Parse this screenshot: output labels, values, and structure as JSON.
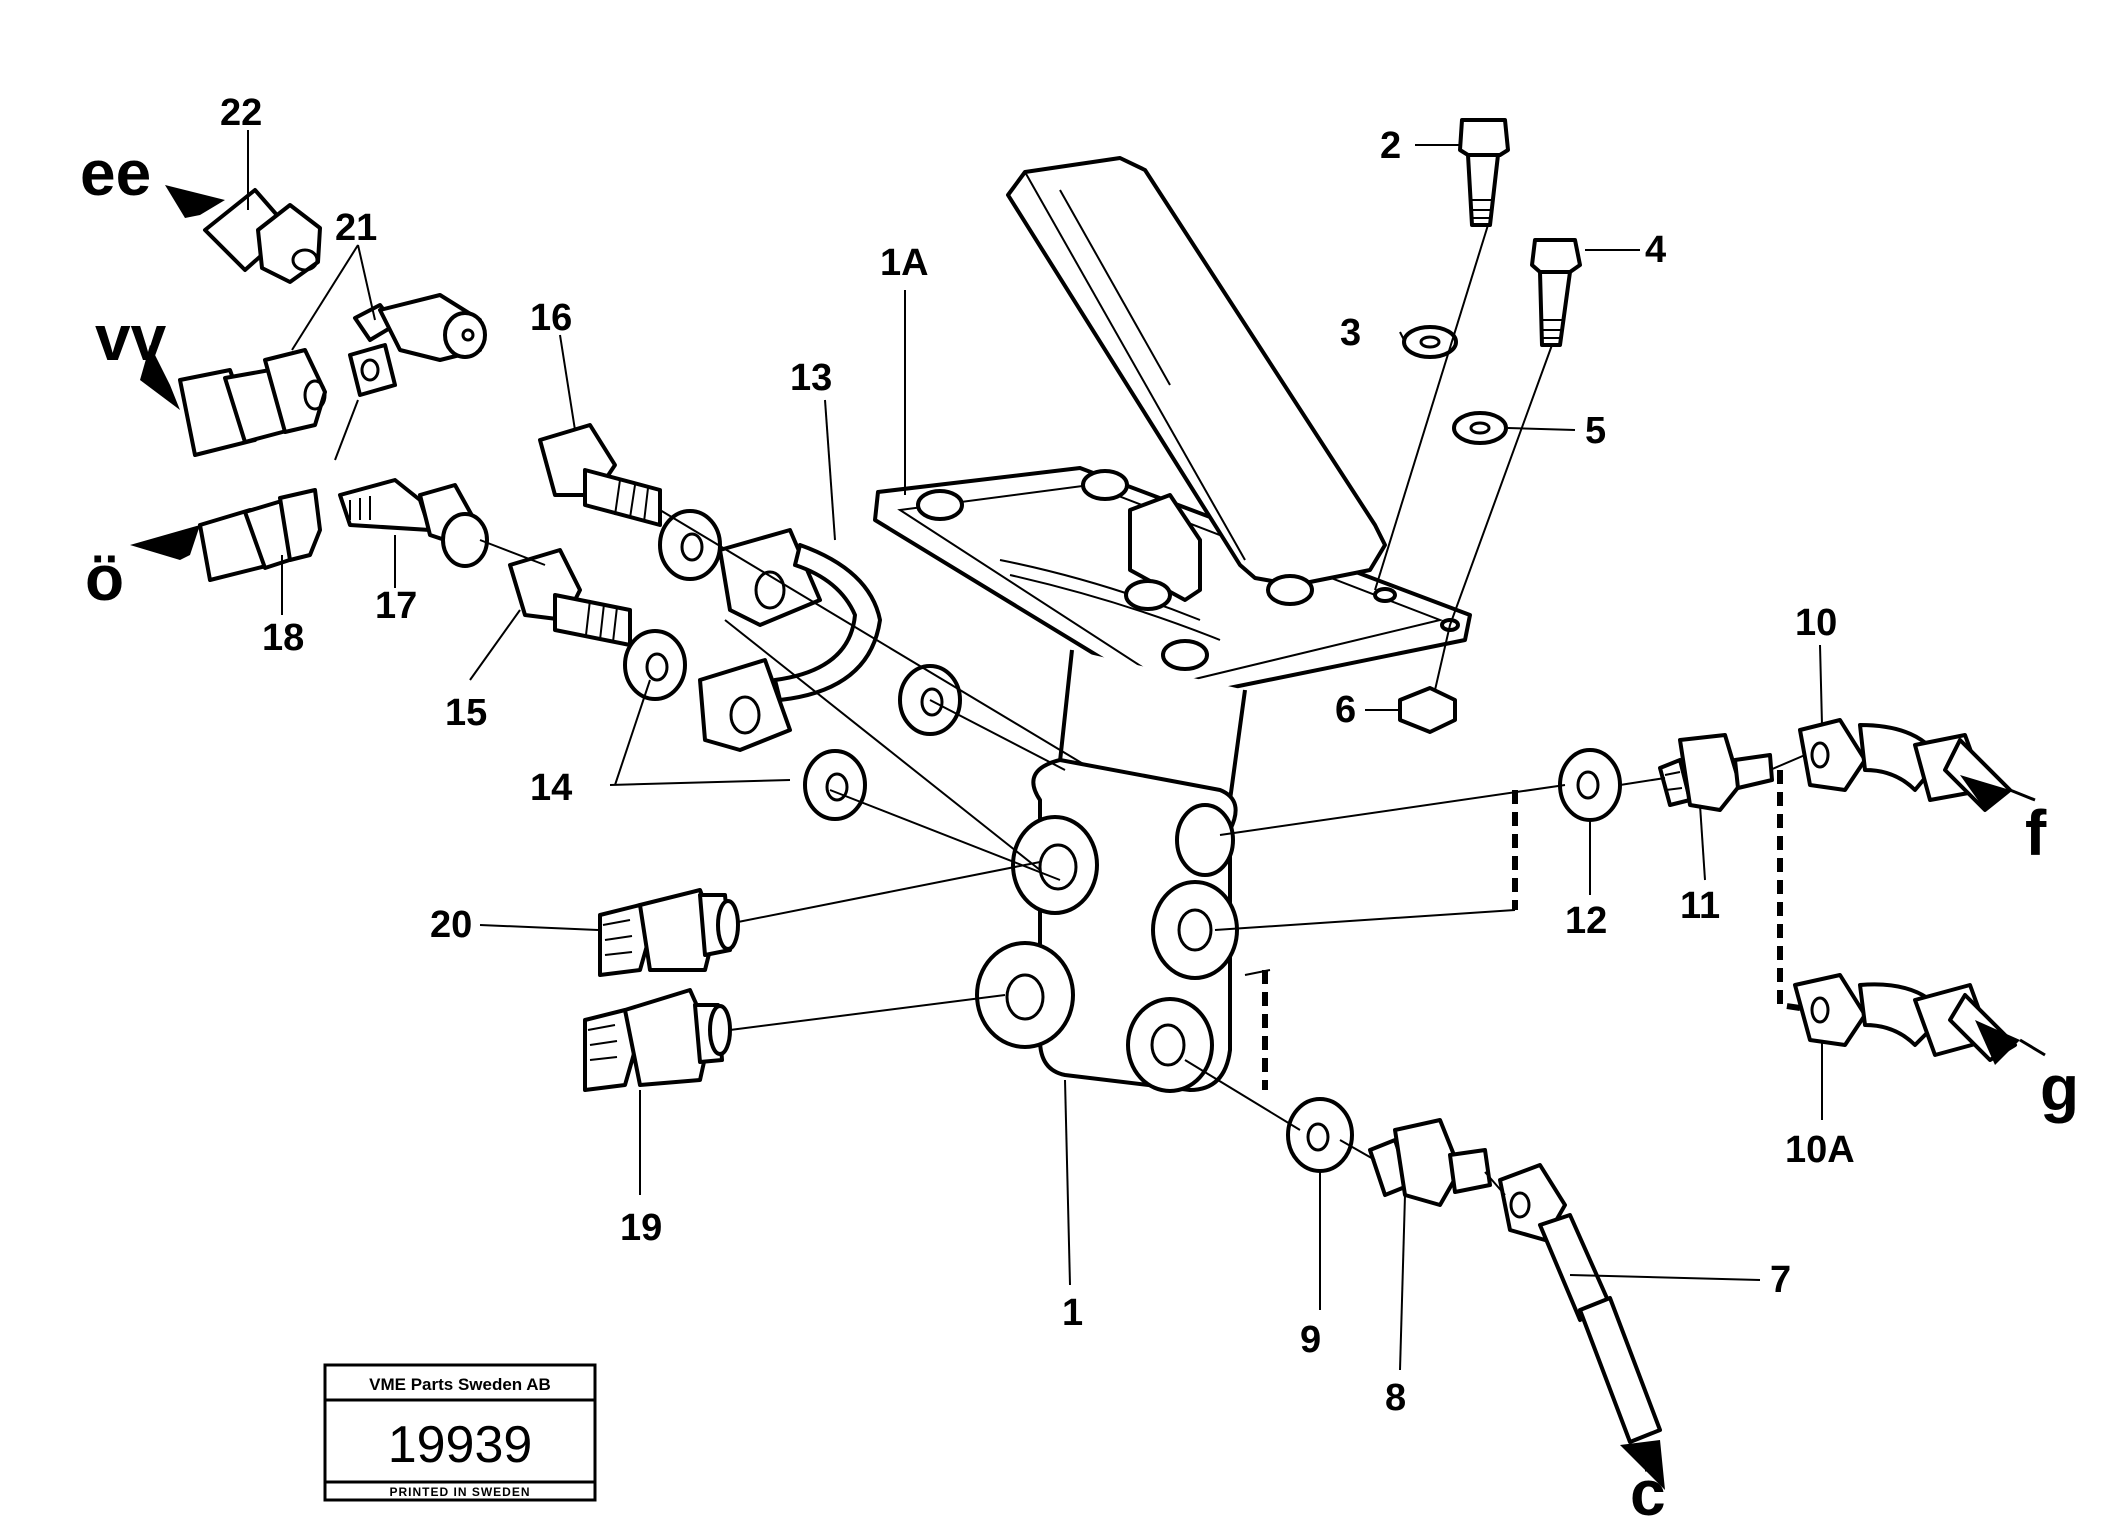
{
  "diagram": {
    "part_labels": [
      "22",
      "21",
      "2",
      "4",
      "1A",
      "16",
      "13",
      "3",
      "5",
      "17",
      "18",
      "15",
      "14",
      "6",
      "10",
      "20",
      "12",
      "11",
      "19",
      "1",
      "9",
      "8",
      "7",
      "10A"
    ],
    "flow_labels": [
      "ee",
      "vv",
      "ö",
      "f",
      "g",
      "c"
    ]
  },
  "stamp": {
    "company": "VME Parts Sweden AB",
    "number": "19939",
    "printed": "PRINTED IN SWEDEN"
  }
}
